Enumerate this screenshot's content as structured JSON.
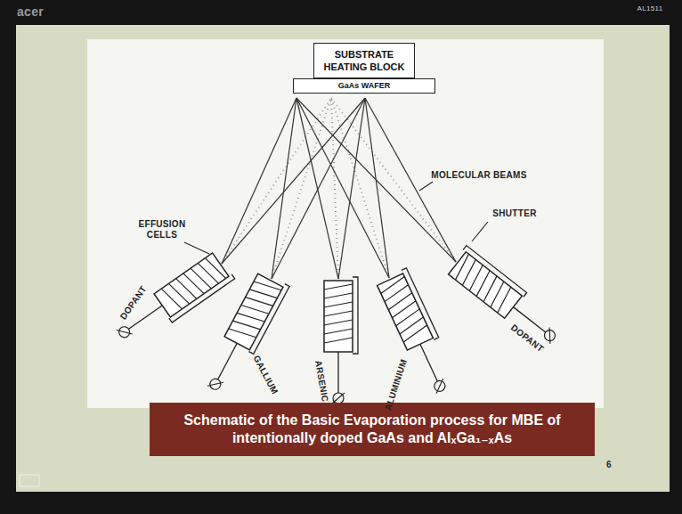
{
  "diagram": {
    "caption": "Schematic of the Basic Evaporation process for MBE of intentionally doped GaAs and AlₓGa₁₋ₓAs",
    "nodes": [
      {
        "text": [
          "SUBSTRATE HEATING BLOCK"
        ]
      },
      {
        "text": [
          "GaAs WAFER"
        ]
      }
    ],
    "labels": [
      "acer",
      "AL1511",
      "EFFUSION CELLS",
      "MOLECULAR BEAMS",
      "SHUTTER",
      "DOPANT",
      "GALLIUM",
      "ARSENIC",
      "ALUMINIUM",
      "DOPANT",
      "6"
    ]
  }
}
